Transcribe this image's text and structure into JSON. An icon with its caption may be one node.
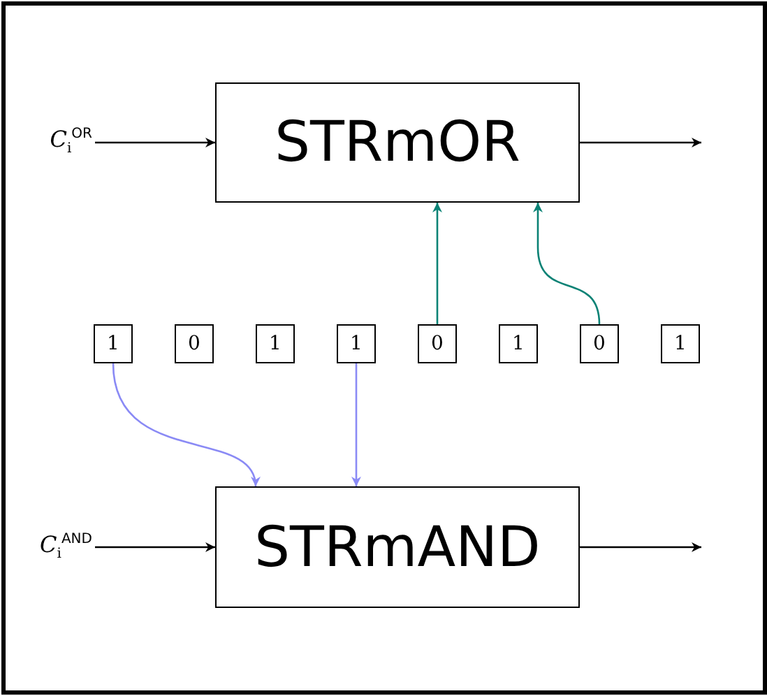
{
  "diagram": {
    "nodes": [
      {
        "text": [
          "*C*$_{i}$$^{OR}$"
        ]
      },
      {
        "text": [
          "STRmOR"
        ]
      },
      {
        "text": [
          "1"
        ]
      },
      {
        "text": [
          "0"
        ]
      },
      {
        "text": [
          "1"
        ]
      },
      {
        "text": [
          "1"
        ]
      },
      {
        "text": [
          "0"
        ]
      },
      {
        "text": [
          "1"
        ]
      },
      {
        "text": [
          "0"
        ]
      },
      {
        "text": [
          "1"
        ]
      },
      {
        "text": [
          "*C*$_{i}$$^{AND}$"
        ]
      },
      {
        "text": [
          "STRmAND"
        ]
      }
    ],
    "edges": [
      {
        "from": 0,
        "to": 1,
        "arrow": "to"
      },
      {
        "from": 1,
        "to": null,
        "arrow": "to"
      },
      {
        "from": 6,
        "to": 1,
        "arrow": "to",
        "color": "#0b8275"
      },
      {
        "from": 8,
        "to": 1,
        "arrow": "to",
        "color": "#0b8275"
      },
      {
        "from": 2,
        "to": 11,
        "arrow": "to",
        "color": "#8a8af5"
      },
      {
        "from": 5,
        "to": 11,
        "arrow": "to",
        "color": "#8a8af5"
      },
      {
        "from": 10,
        "to": 11,
        "arrow": "to"
      },
      {
        "from": 11,
        "to": null,
        "arrow": "to"
      }
    ]
  }
}
